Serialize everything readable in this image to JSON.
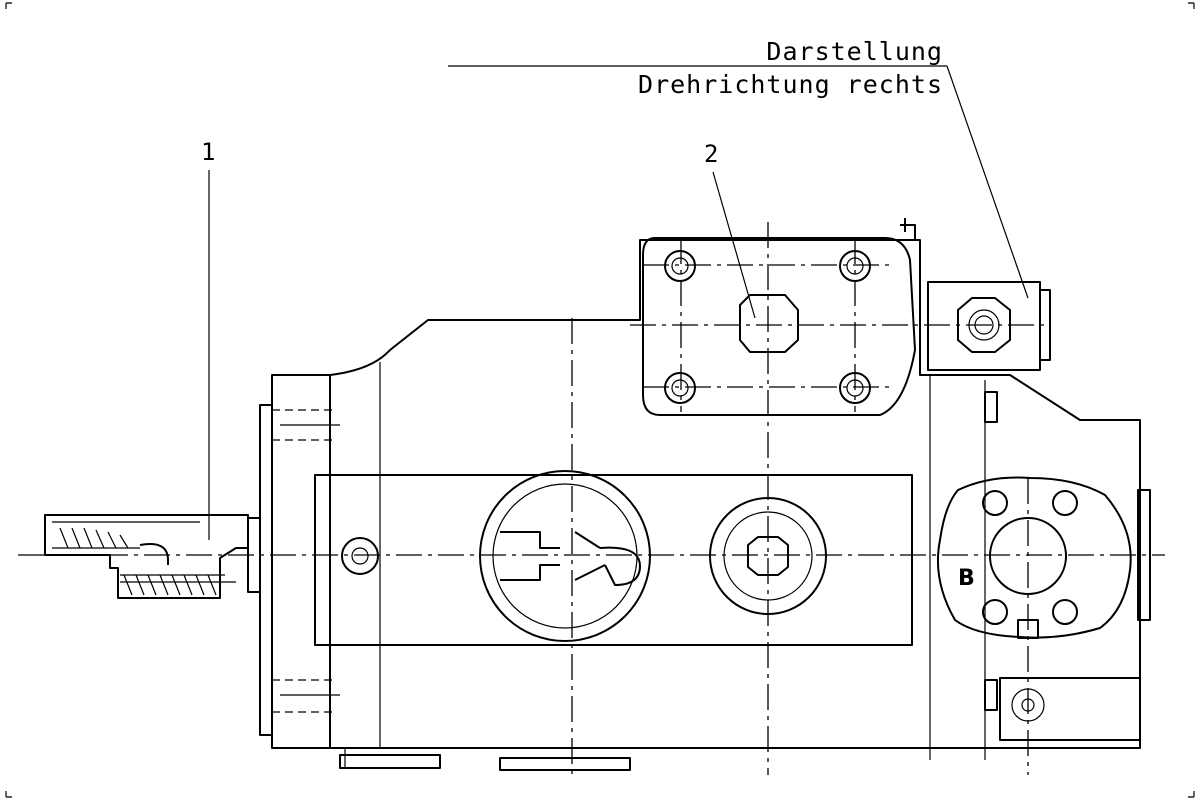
{
  "annotations": {
    "title_line1": "Darstellung",
    "title_line2": "Drehrichtung rechts",
    "callout_1": "1",
    "callout_2": "2",
    "port_label": "B"
  }
}
